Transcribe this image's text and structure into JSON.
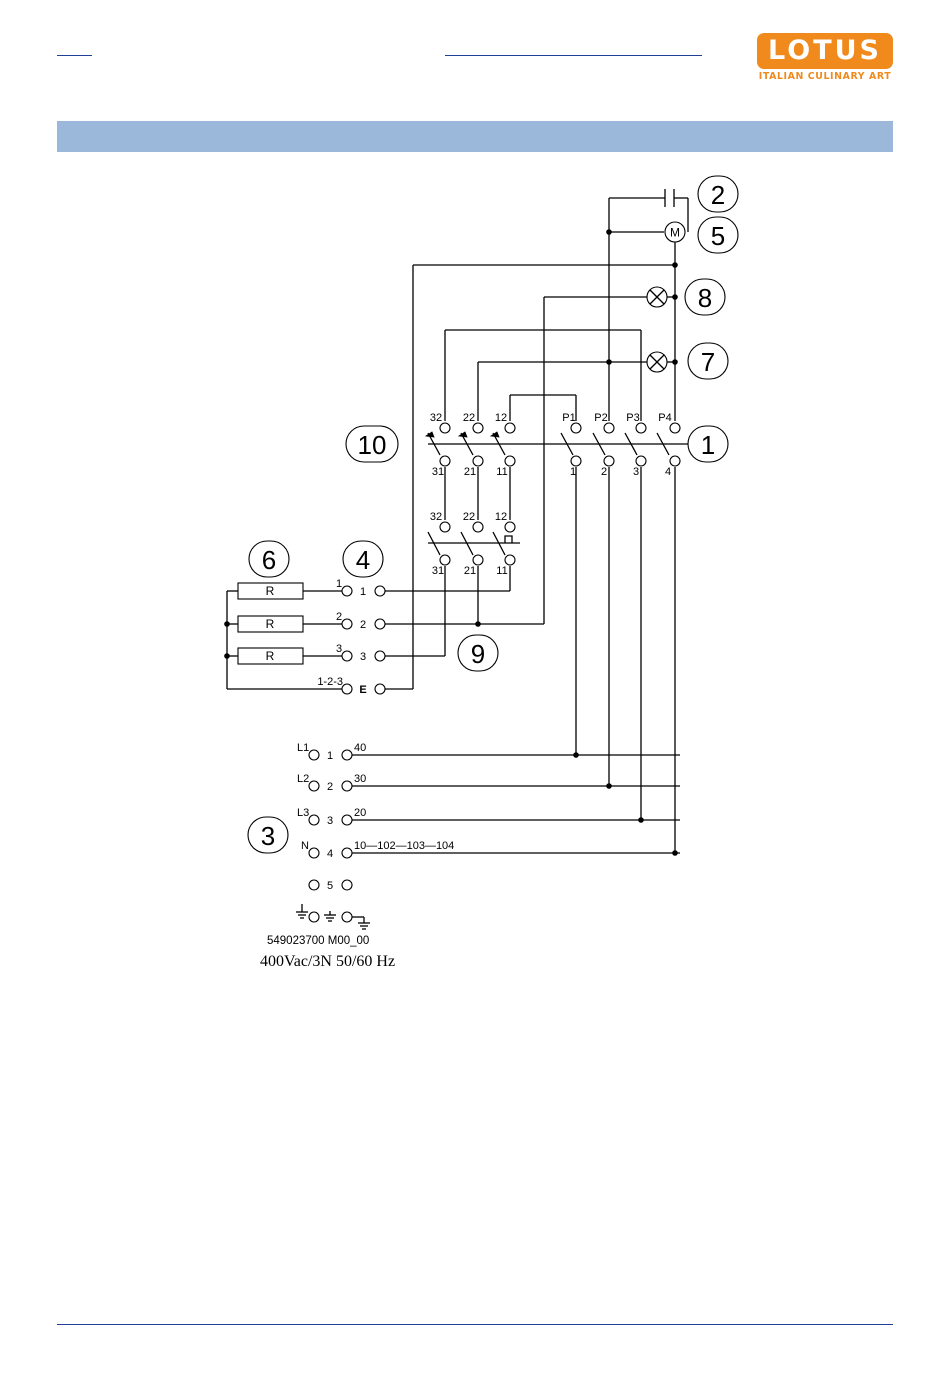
{
  "header": {
    "logo_word": "LOTUS",
    "logo_tagline": "ITALIAN CULINARY ART",
    "brand_color": "#f18a1c",
    "band_color": "#9bb7d9",
    "rule_color": "#1f3f99"
  },
  "diagram": {
    "callouts": [
      "2",
      "5",
      "8",
      "7",
      "10",
      "1",
      "6",
      "4",
      "9",
      "3"
    ],
    "switch_top_labels": [
      "32",
      "22",
      "12",
      "P1",
      "P2",
      "P3",
      "P4"
    ],
    "switch_bottom_labels": [
      "31",
      "21",
      "11",
      "1",
      "2",
      "3",
      "4"
    ],
    "lower_switch_top_labels": [
      "32",
      "22",
      "12"
    ],
    "lower_switch_bottom_labels": [
      "31",
      "21",
      "11"
    ],
    "motor_label": "M",
    "resistor_label": "R",
    "heater_terminals": [
      {
        "left": "1",
        "right": "1"
      },
      {
        "left": "2",
        "right": "2"
      },
      {
        "left": "3",
        "right": "3"
      },
      {
        "left": "1-2-3",
        "right": "E"
      }
    ],
    "supply_terminals": [
      {
        "phase": "L1",
        "num": "1",
        "wire": "40"
      },
      {
        "phase": "L2",
        "num": "2",
        "wire": "30"
      },
      {
        "phase": "L3",
        "num": "3",
        "wire": "20"
      },
      {
        "phase": "N",
        "num": "4",
        "wire": "10—102—103—104"
      },
      {
        "phase": "",
        "num": "5",
        "wire": ""
      }
    ],
    "code": "549023700  M00_00",
    "supply": "400Vac/3N 50/60 Hz"
  }
}
